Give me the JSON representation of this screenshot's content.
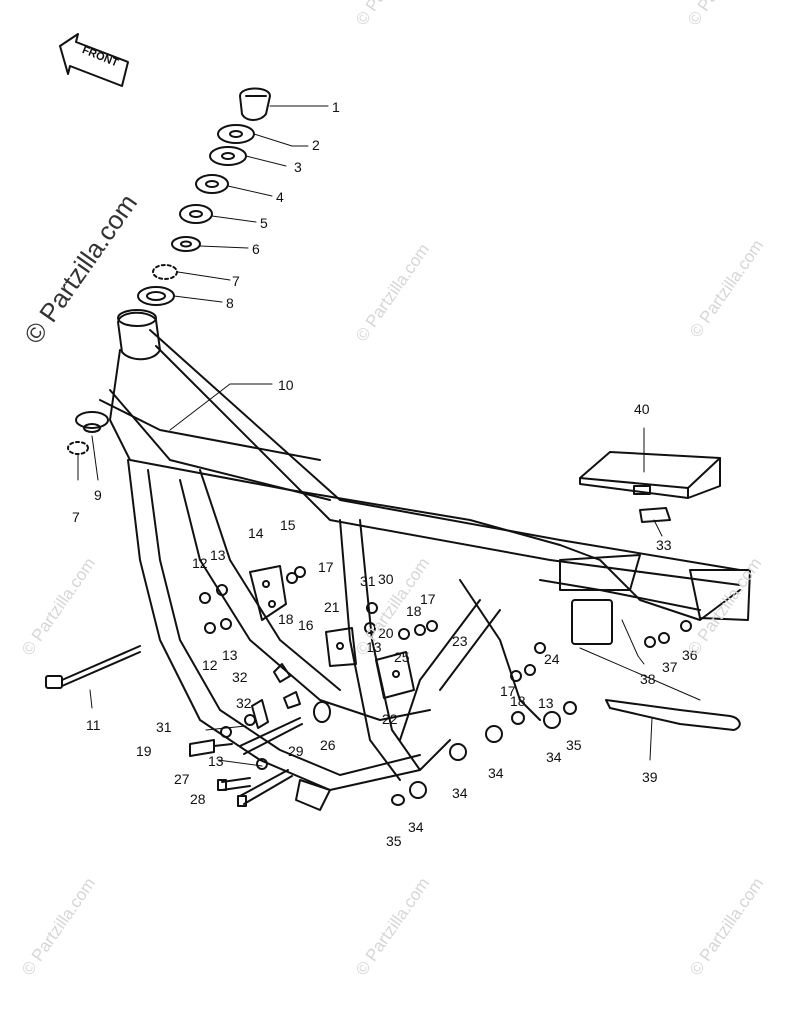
{
  "watermark": {
    "main": "© Partzilla.com",
    "repeat": "© Partzilla.com"
  },
  "front_arrow": {
    "label": "FRONT"
  },
  "callouts": [
    "1",
    "2",
    "3",
    "4",
    "5",
    "6",
    "7",
    "8",
    "10",
    "9",
    "7",
    "40",
    "33",
    "14",
    "15",
    "13",
    "12",
    "17",
    "18",
    "16",
    "31",
    "30",
    "21",
    "18",
    "17",
    "20",
    "13",
    "25",
    "23",
    "12",
    "13",
    "11",
    "32",
    "32",
    "31",
    "29",
    "26",
    "22",
    "19",
    "13",
    "27",
    "28",
    "24",
    "18",
    "13",
    "17",
    "38",
    "37",
    "36",
    "34",
    "35",
    "34",
    "34",
    "35",
    "34",
    "39"
  ],
  "colors": {
    "line": "#111111",
    "watermark": "#d6d6d6",
    "background": "#ffffff"
  }
}
